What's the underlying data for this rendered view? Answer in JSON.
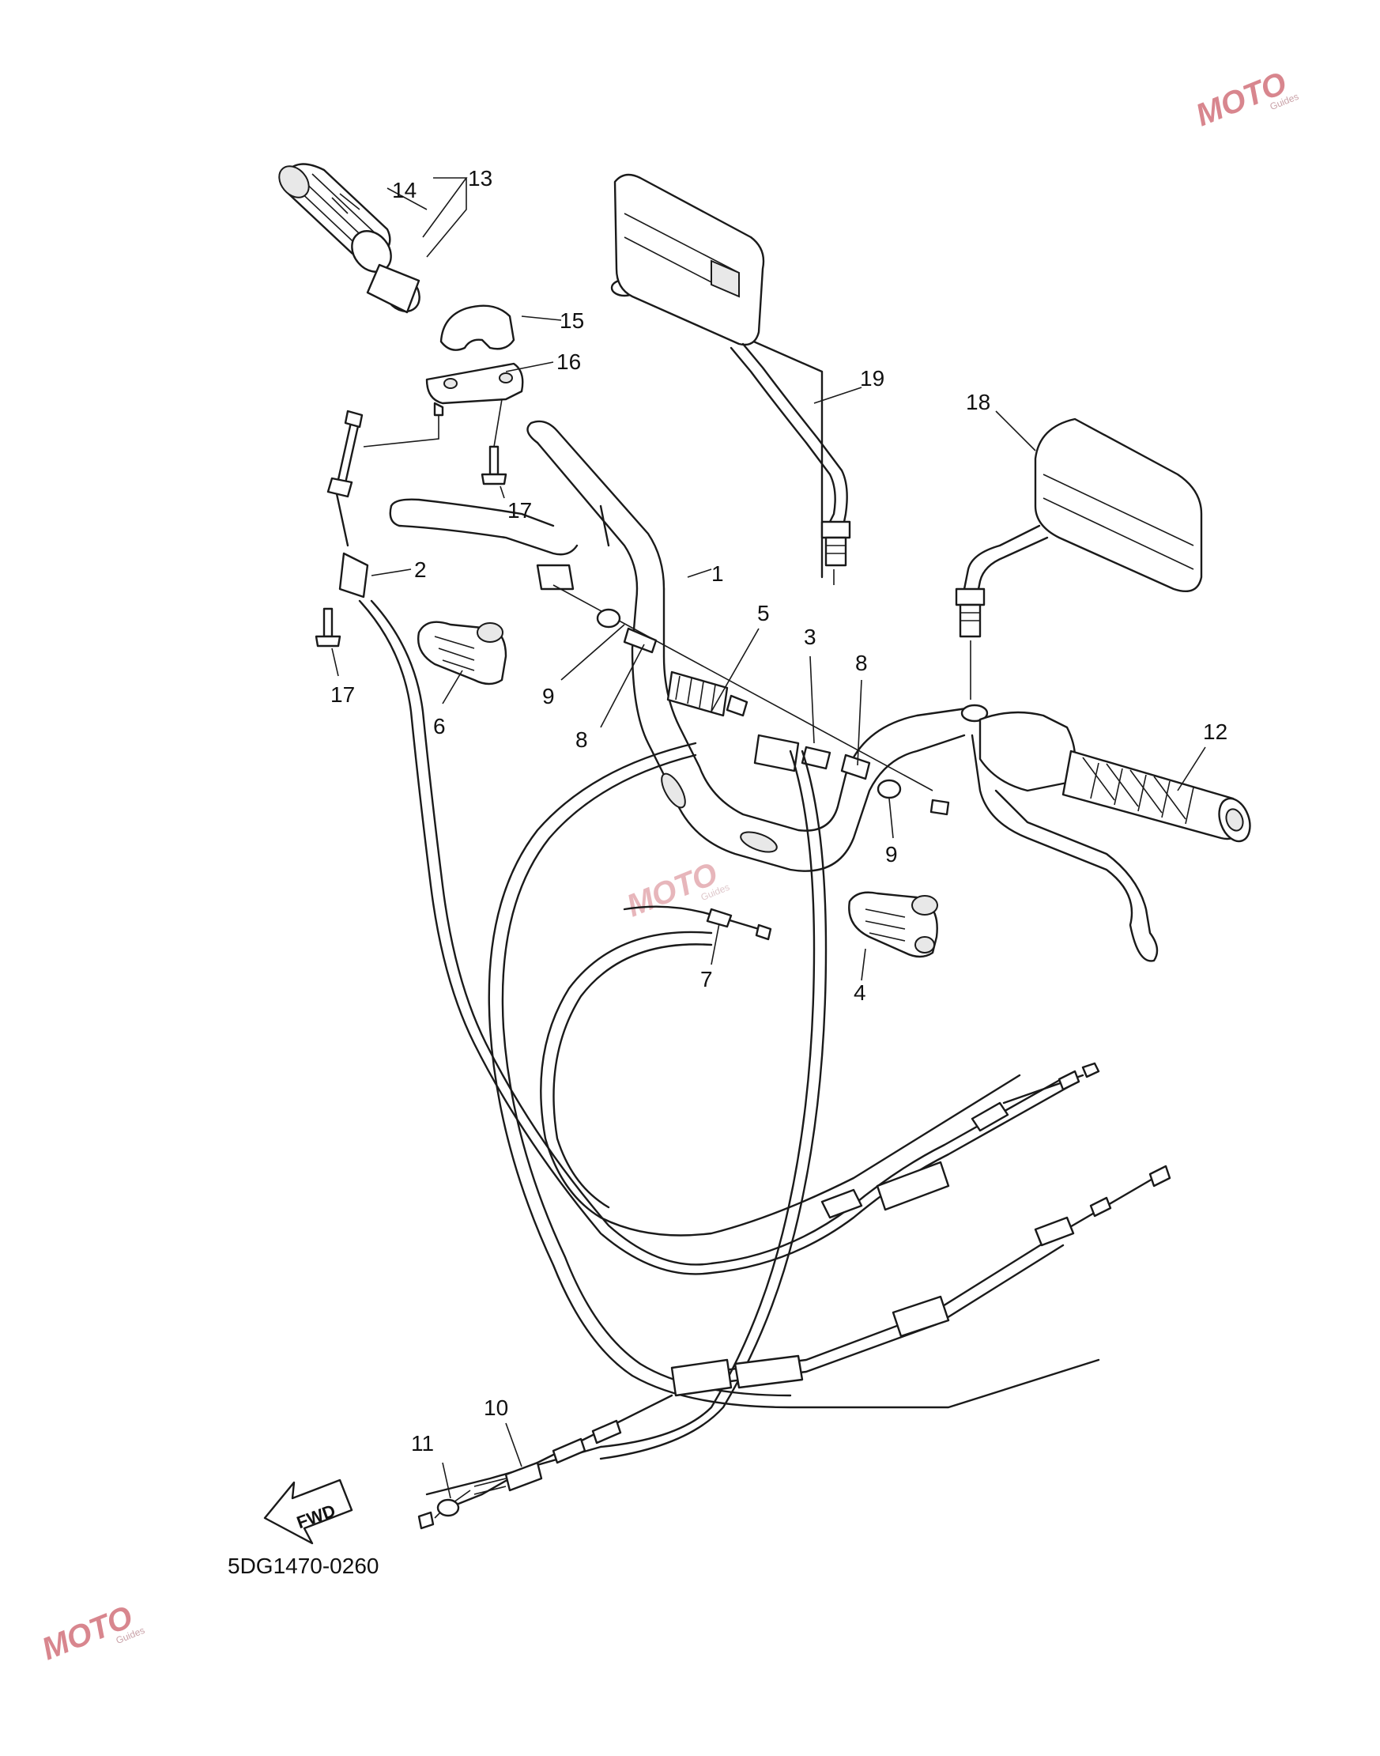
{
  "diagram": {
    "callouts": [
      {
        "id": "p1",
        "text": "1"
      },
      {
        "id": "p2",
        "text": "2"
      },
      {
        "id": "p3",
        "text": "3"
      },
      {
        "id": "p4",
        "text": "4"
      },
      {
        "id": "p5",
        "text": "5"
      },
      {
        "id": "p6",
        "text": "6"
      },
      {
        "id": "p7",
        "text": "7"
      },
      {
        "id": "p8a",
        "text": "8"
      },
      {
        "id": "p8b",
        "text": "8"
      },
      {
        "id": "p9a",
        "text": "9"
      },
      {
        "id": "p9b",
        "text": "9"
      },
      {
        "id": "p10",
        "text": "10"
      },
      {
        "id": "p11",
        "text": "11"
      },
      {
        "id": "p12",
        "text": "12"
      },
      {
        "id": "p13",
        "text": "13"
      },
      {
        "id": "p14",
        "text": "14"
      },
      {
        "id": "p15",
        "text": "15"
      },
      {
        "id": "p16",
        "text": "16"
      },
      {
        "id": "p17a",
        "text": "17"
      },
      {
        "id": "p17b",
        "text": "17"
      },
      {
        "id": "p18",
        "text": "18"
      },
      {
        "id": "p19",
        "text": "19"
      }
    ],
    "diagram_code": "5DG1470-0260",
    "fwd_label": "FWD",
    "watermark": {
      "main": "MOTO",
      "sub": "Guides"
    }
  }
}
